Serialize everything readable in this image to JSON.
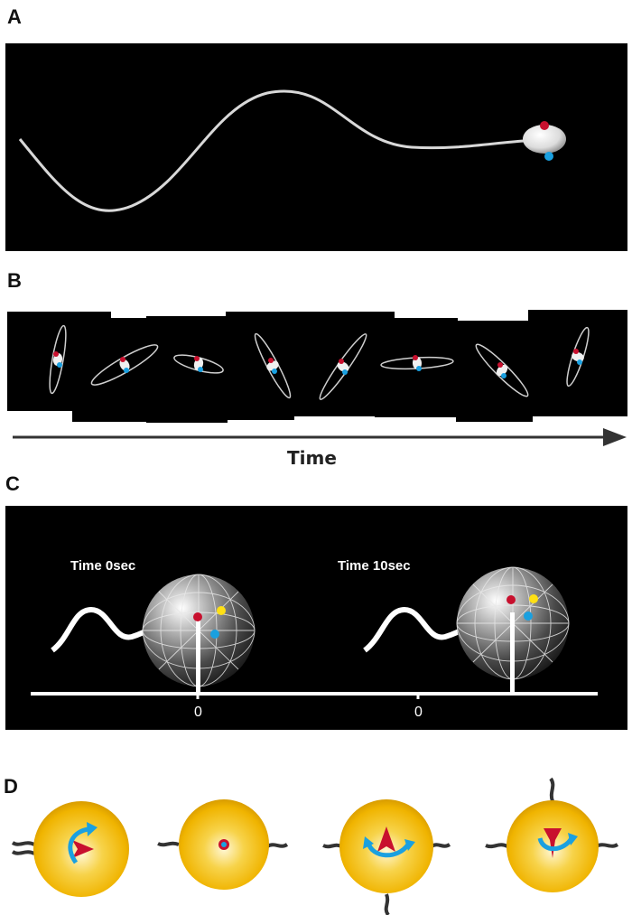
{
  "panels": {
    "a": {
      "label": "A"
    },
    "b": {
      "label": "B",
      "time_label": "Time"
    },
    "c": {
      "label": "C",
      "left_title": "Time 0sec",
      "right_title": "Time 10sec",
      "left_zero": "0",
      "right_zero": "0"
    },
    "d": {
      "label": "D"
    }
  },
  "colors": {
    "red_marker": "#c8102e",
    "blue_marker": "#1aa0e0",
    "yellow_marker": "#ffe014",
    "sphere_gold": "#f2b705",
    "arrow_red": "#c8102e",
    "arrow_blue": "#1aa0e0"
  },
  "icons": [
    "sperm-flagellum",
    "cell-head",
    "red-dot",
    "blue-dot",
    "yellow-dot",
    "rotation-arrow",
    "time-arrow"
  ]
}
